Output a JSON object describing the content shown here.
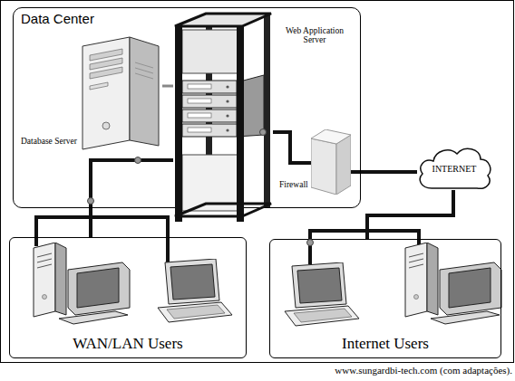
{
  "diagram": {
    "caption": "www.sungardbi-tech.com (com adaptações).",
    "nodes": [
      {
        "text": [
          "Data Center"
        ]
      },
      {
        "text": [
          "Database Server"
        ],
        "in": 0
      },
      {
        "text": [
          "Web Application Server"
        ],
        "in": 0
      },
      {
        "text": [
          "Firewall"
        ],
        "in": 0
      },
      {
        "text": [
          "INTERNET"
        ]
      },
      {
        "text": [
          "WAN/LAN Users"
        ]
      },
      {
        "text": [
          "Internet Users"
        ]
      }
    ],
    "edges": [
      {
        "from": 1,
        "to": 2,
        "arrow": "none"
      },
      {
        "from": 2,
        "to": 3,
        "arrow": "none"
      },
      {
        "from": 3,
        "to": 4,
        "arrow": "none"
      },
      {
        "from": 4,
        "to": 6,
        "arrow": "none"
      },
      {
        "from": 2,
        "to": 5,
        "arrow": "none"
      }
    ]
  }
}
